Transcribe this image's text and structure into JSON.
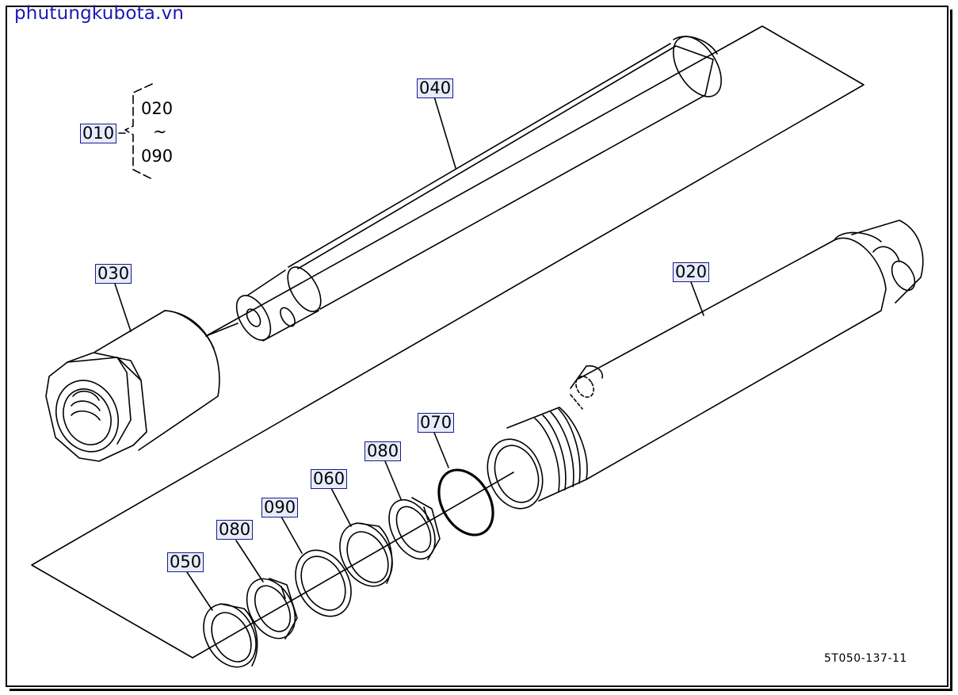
{
  "watermark": "phutungkubota.vn",
  "assembly": {
    "label": "010",
    "range_start": "020",
    "range_tilde": "~",
    "range_end": "090"
  },
  "callouts": [
    {
      "id": "040",
      "text": "040"
    },
    {
      "id": "030",
      "text": "030"
    },
    {
      "id": "020",
      "text": "020"
    },
    {
      "id": "070",
      "text": "070"
    },
    {
      "id": "080a",
      "text": "080"
    },
    {
      "id": "060",
      "text": "060"
    },
    {
      "id": "090",
      "text": "090"
    },
    {
      "id": "080b",
      "text": "080"
    },
    {
      "id": "050",
      "text": "050"
    }
  ],
  "figure_code": "5T050-137-11"
}
